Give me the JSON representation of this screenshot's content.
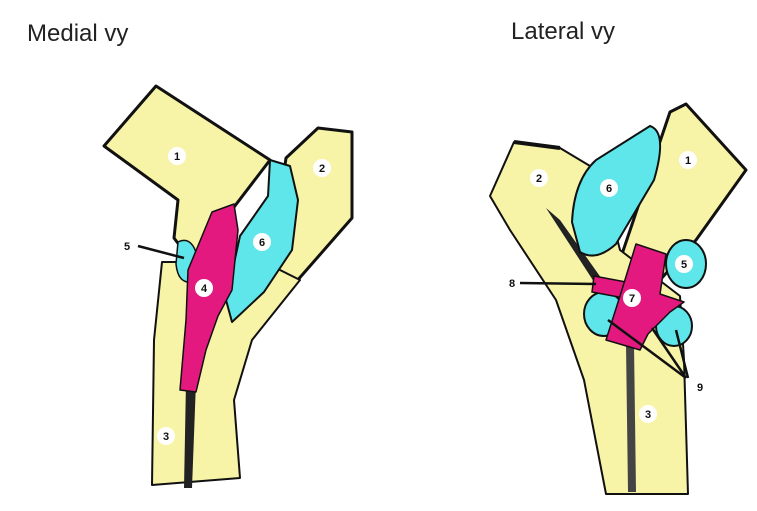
{
  "titles": {
    "medial": "Medial vy",
    "lateral": "Lateral vy"
  },
  "colors": {
    "bone": "#f7f4a8",
    "ligament": "#e4197f",
    "cartilage": "#5ee6ea",
    "outline": "#111111"
  },
  "medial_labels": [
    "1",
    "2",
    "3",
    "4",
    "5",
    "6"
  ],
  "lateral_labels": [
    "2",
    "6",
    "1",
    "5",
    "8",
    "7",
    "9",
    "3"
  ]
}
